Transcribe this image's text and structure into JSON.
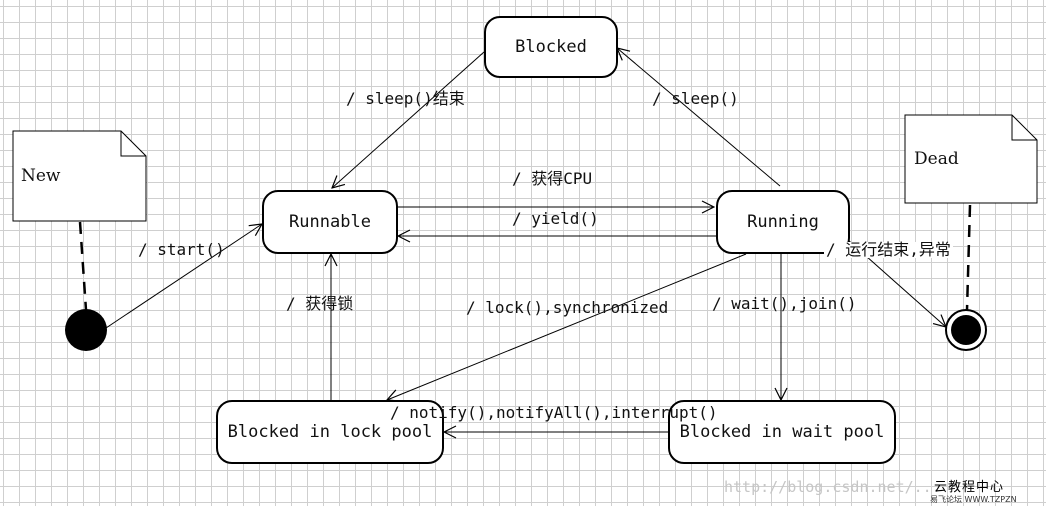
{
  "states": {
    "blocked": "Blocked",
    "runnable": "Runnable",
    "running": "Running",
    "lock_pool": "Blocked in lock pool",
    "wait_pool": "Blocked in wait pool"
  },
  "notes": {
    "new": "New",
    "dead": "Dead"
  },
  "transitions": {
    "start": "/ start()",
    "sleep_end": "/ sleep()结束",
    "sleep": "/ sleep()",
    "get_cpu": "/ 获得CPU",
    "yield": "/ yield()",
    "run_end": "/ 运行结束,异常",
    "get_lock": "/ 获得锁",
    "lock_sync": "/ lock(),synchronized",
    "wait_join": "/ wait(),join()",
    "notify": "/ notify(),notifyAll(),interrupt()"
  },
  "watermark": {
    "url": "http://blog.csdn.net/...",
    "brand": "云教程中心",
    "brand_sub": "易飞论坛 WWW.TZPZN"
  }
}
